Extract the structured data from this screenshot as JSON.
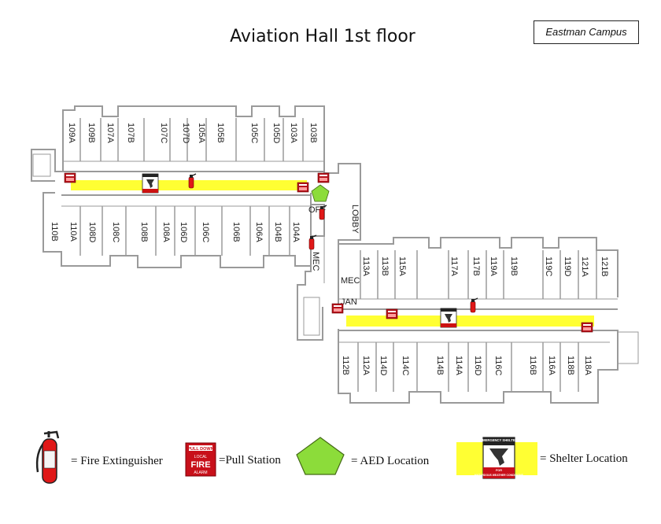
{
  "title": "Aviation Hall 1st floor",
  "campus": "Eastman Campus",
  "rooms_west_top": [
    "109A",
    "109B",
    "107A",
    "107B",
    "107C",
    "107D",
    "105A",
    "105B",
    "105C",
    "105D",
    "103A",
    "103B"
  ],
  "rooms_west_bottom": [
    "110B",
    "110A",
    "108D",
    "108C",
    "108B",
    "108A",
    "106D",
    "106C",
    "106B",
    "106A",
    "104B",
    "104A"
  ],
  "rooms_east_top": [
    "113A",
    "113B",
    "115A",
    "117A",
    "117B",
    "119A",
    "119B",
    "119C",
    "119D",
    "121A",
    "121B"
  ],
  "rooms_east_bottom": [
    "112B",
    "112A",
    "114D",
    "114C",
    "114B",
    "114A",
    "116D",
    "116C",
    "116B",
    "116A",
    "118B",
    "118A"
  ],
  "labels": {
    "lobby": "LOBBY",
    "office": "OFF",
    "mec1": "MEC",
    "mec2": "MEC",
    "jan": "JAN"
  },
  "signs": {
    "pull_top": "PULL DOWN",
    "pull_fire": "FIRE",
    "pull_local": "LOCAL",
    "pull_alarm": "ALARM",
    "shelter_top": "EMERGENCY SHELTER",
    "shelter_for": "FOR",
    "shelter_bottom": "HAZARDOUS WEATHER CONDITIONS"
  },
  "legend": {
    "fire_extinguisher": "= Fire Extinguisher",
    "pull_station": "=Pull Station",
    "aed": "= AED Location",
    "shelter": "= Shelter Location"
  },
  "colors": {
    "shelter_yellow": "#ffff33",
    "aed_green": "#8cdc3a",
    "fire_red": "#e01818",
    "wall_gray": "#9a9a9a"
  }
}
